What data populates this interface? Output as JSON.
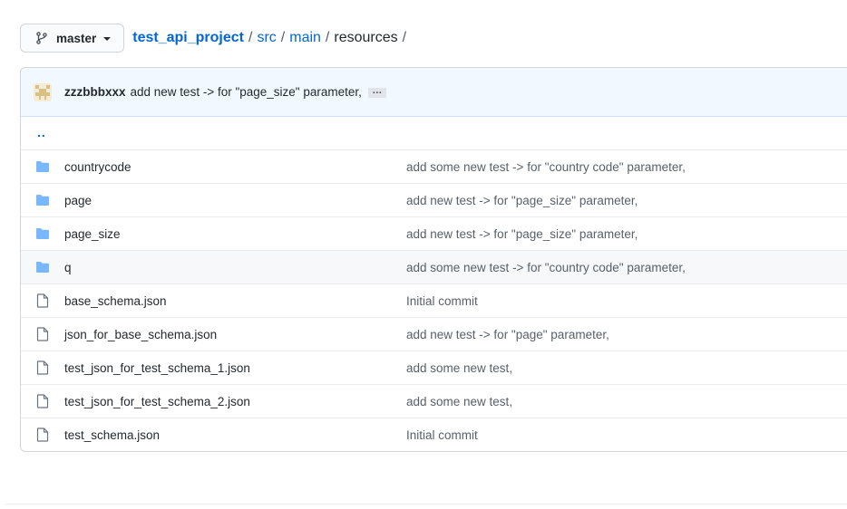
{
  "branch": {
    "label": "master"
  },
  "breadcrumb": {
    "repo": "test_api_project",
    "segments": [
      "src",
      "main"
    ],
    "current": "resources",
    "sep": "/"
  },
  "commit": {
    "author": "zzzbbbxxx",
    "message": "add new test -> for \"page_size\" parameter,",
    "ellipsis": "…"
  },
  "updir": "..",
  "files": [
    {
      "type": "folder",
      "name": "countrycode",
      "message": "add some new test -> for \"country code\" parameter,"
    },
    {
      "type": "folder",
      "name": "page",
      "message": "add new test -> for \"page_size\" parameter,"
    },
    {
      "type": "folder",
      "name": "page_size",
      "message": "add new test -> for \"page_size\" parameter,"
    },
    {
      "type": "folder",
      "name": "q",
      "message": "add some new test -> for \"country code\" parameter,"
    },
    {
      "type": "file",
      "name": "base_schema.json",
      "message": "Initial commit"
    },
    {
      "type": "file",
      "name": "json_for_base_schema.json",
      "message": "add new test -> for \"page\" parameter,"
    },
    {
      "type": "file",
      "name": "test_json_for_test_schema_1.json",
      "message": "add some new test,"
    },
    {
      "type": "file",
      "name": "test_json_for_test_schema_2.json",
      "message": "add some new test,"
    },
    {
      "type": "file",
      "name": "test_schema.json",
      "message": "Initial commit"
    }
  ],
  "colors": {
    "link": "#0366d6",
    "folder": "#79b8ff",
    "file_icon": "#6a737d",
    "commit_bar": "#f1f8ff"
  }
}
